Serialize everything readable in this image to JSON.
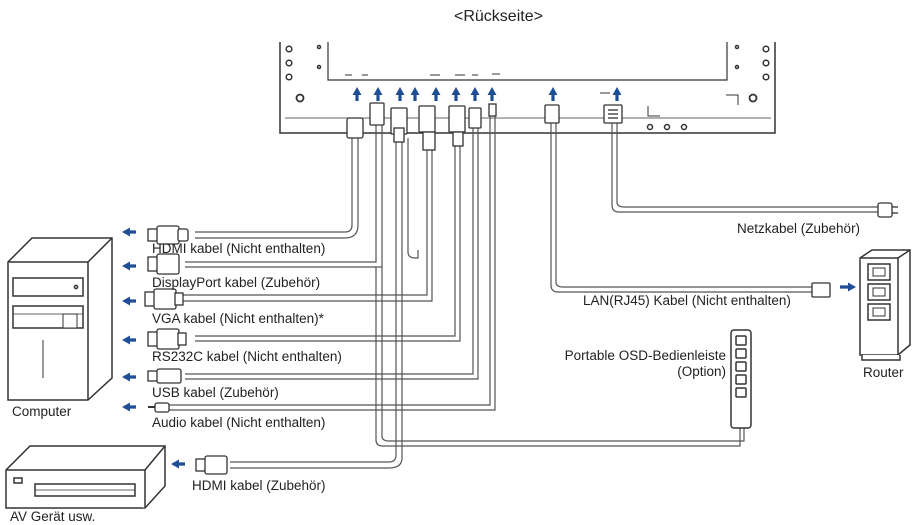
{
  "title": "<Rückseite>",
  "colors": {
    "arrow": "#1f4e96",
    "cable": "#555555",
    "device": "#333333"
  },
  "labels": {
    "hdmi_pc": "HDMI kabel (Nicht enthalten)",
    "displayport": "DisplayPort kabel (Zubehör)",
    "vga": "VGA kabel (Nicht enthalten)*",
    "rs232c": "RS232C kabel (Nicht enthalten)",
    "usb": "USB kabel (Zubehör)",
    "audio": "Audio kabel (Nicht enthalten)",
    "hdmi_av": "HDMI kabel (Zubehör)",
    "power": "Netzkabel (Zubehör)",
    "lan": "LAN(RJ45) Kabel (Nicht enthalten)",
    "osd_line1": "Portable OSD-Bedienleiste",
    "osd_line2": "(Option)",
    "computer": "Computer",
    "av_device": "AV Gerät usw.",
    "router": "Router"
  },
  "icons": {
    "arrows": "arrow-icon",
    "computer": "computer-tower-icon",
    "av_device": "av-player-icon",
    "router": "router-icon",
    "osd": "osd-remote-icon"
  }
}
